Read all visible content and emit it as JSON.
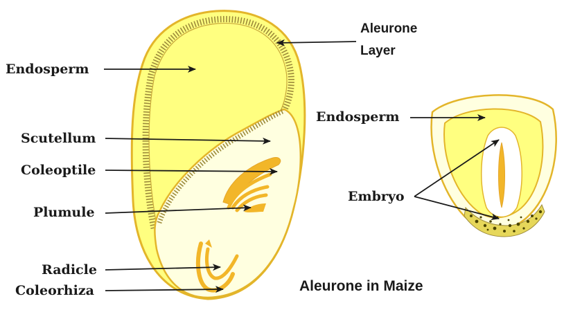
{
  "colors": {
    "endosperm": "#ffff80",
    "outline": "#e3b52a",
    "embryo_fill": "#ffffe0",
    "organ": "#f2b629",
    "aleurone_dark": "#4a4400",
    "text": "#1a1a1a"
  },
  "labels": {
    "aleurone_line1": "Aleurone",
    "aleurone_line2": "Layer",
    "endosperm_left": "Endosperm",
    "scutellum": "Scutellum",
    "coleoptile": "Coleoptile",
    "plumule": "Plumule",
    "radicle": "Radicle",
    "coleorhiza": "Coleorhiza",
    "endosperm_right": "Endosperm",
    "embryo": "Embryo"
  },
  "caption": "Aleurone in Maize"
}
